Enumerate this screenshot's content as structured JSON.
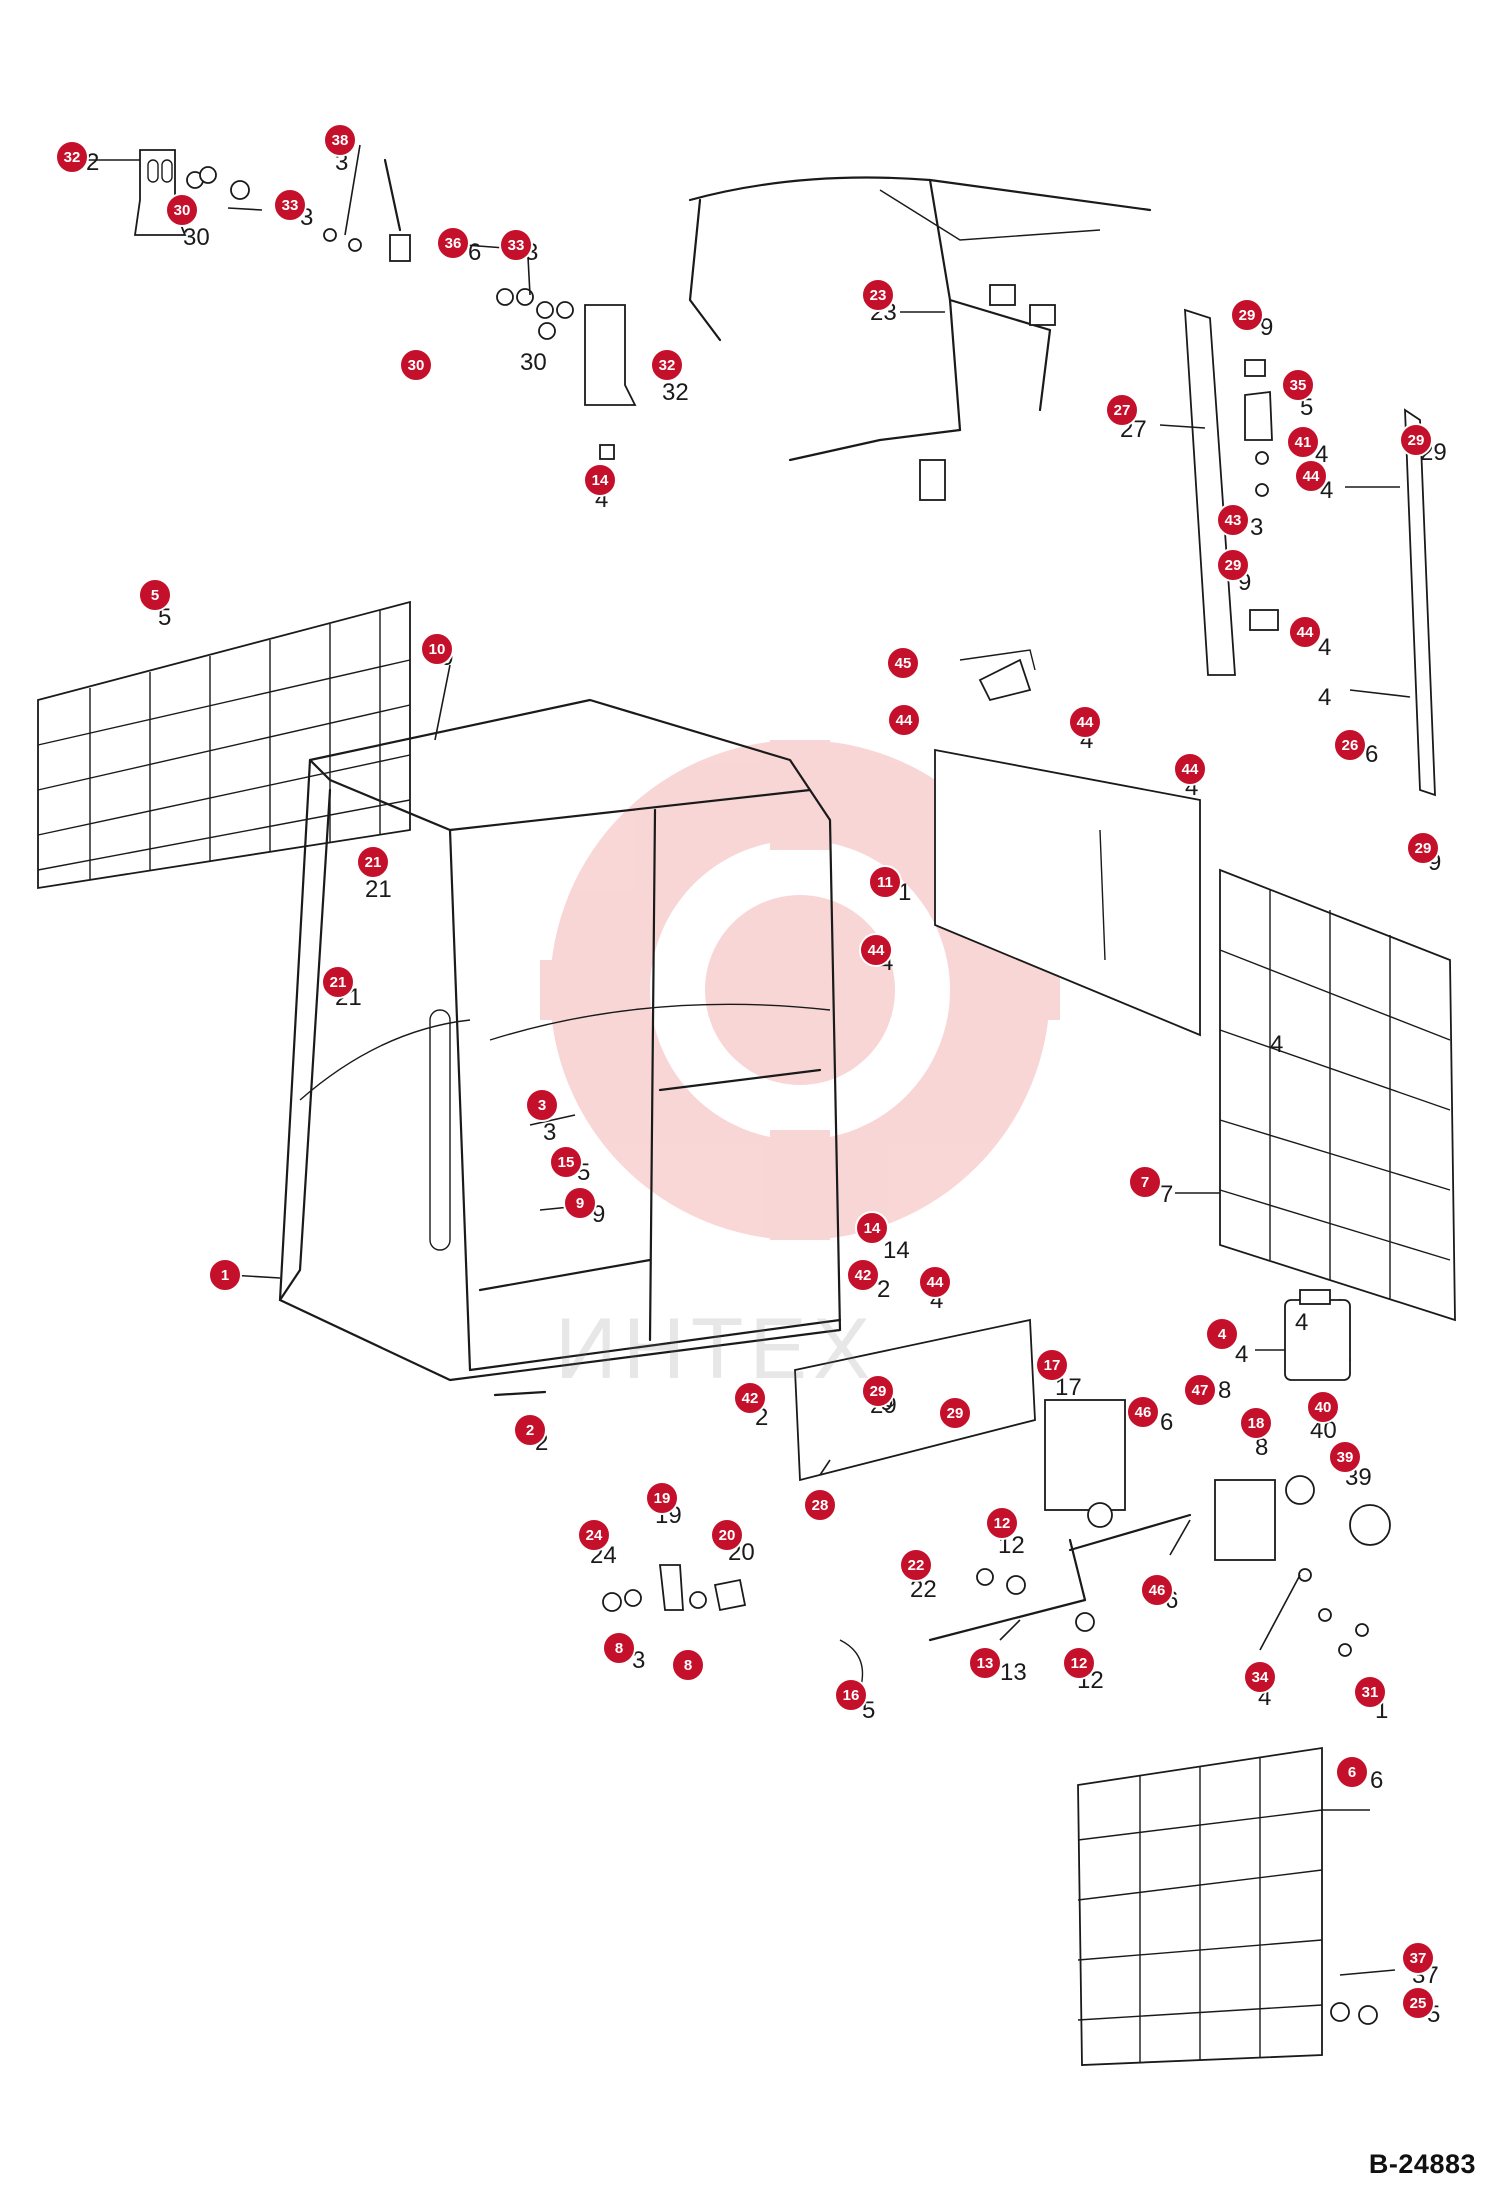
{
  "drawing_id": "B-24883",
  "watermark": "ИНТЕХ",
  "colors": {
    "callout": "#c4102a",
    "line": "#1a1a1a",
    "watermark": "#e84a4a"
  },
  "callouts": [
    "32",
    "38",
    "30",
    "33",
    "36",
    "33",
    "30",
    "32",
    "23",
    "14",
    "29",
    "35",
    "27",
    "41",
    "44",
    "29",
    "43",
    "29",
    "44",
    "5",
    "10",
    "45",
    "44",
    "44",
    "44",
    "26",
    "29",
    "21",
    "11",
    "44",
    "21",
    "3",
    "15",
    "9",
    "7",
    "14",
    "42",
    "44",
    "1",
    "4",
    "17",
    "42",
    "29",
    "29",
    "46",
    "47",
    "18",
    "40",
    "2",
    "39",
    "28",
    "19",
    "24",
    "20",
    "12",
    "22",
    "46",
    "8",
    "8",
    "13",
    "12",
    "34",
    "16",
    "31",
    "6",
    "37",
    "25"
  ],
  "labels": [
    "2",
    "3",
    "30",
    "3",
    "6",
    "3",
    "30",
    "32",
    "23",
    "4",
    "9",
    "5",
    "27",
    "4",
    "4",
    "29",
    "3",
    "9",
    "4",
    "5",
    "0",
    "5",
    "4",
    "4",
    "4",
    "6",
    "9",
    "21",
    "1",
    "4",
    "21",
    "3",
    "5",
    "9",
    "7",
    "14",
    "2",
    "4",
    "4",
    "17",
    "2",
    "9",
    "6",
    "8",
    "40",
    "39",
    "8",
    "19",
    "24",
    "20",
    "12",
    "22",
    "6",
    "3",
    "13",
    "12",
    "4",
    "5",
    "1",
    "6",
    "37",
    "5",
    "2",
    "29",
    "4",
    "4"
  ]
}
